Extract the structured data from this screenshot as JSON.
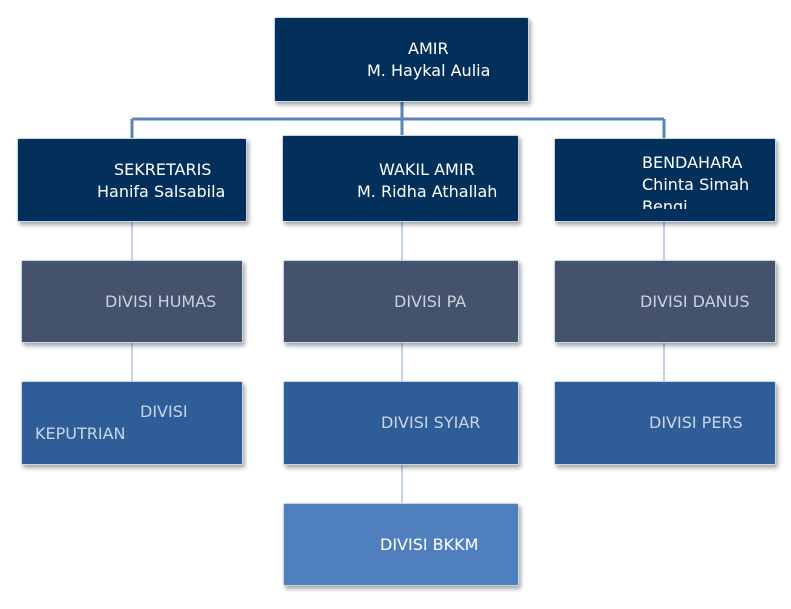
{
  "chart": {
    "leader": {
      "role": "AMIR",
      "name": "M. Haykal Aulia"
    },
    "sekretaris": {
      "role": "SEKRETARIS",
      "name": "Hanifa Salsabila"
    },
    "wakil": {
      "role": "WAKIL AMIR",
      "name": "M. Ridha Athallah"
    },
    "bendahara": {
      "role": "BENDAHARA",
      "name_line1": "Chinta Simah",
      "name_line2": "Bengi"
    },
    "divisions": {
      "humas": "DIVISI HUMAS",
      "pa": "DIVISI PA",
      "danus": "DIVISI DANUS",
      "keputrian_line1": "DIVISI",
      "keputrian_line2": "KEPUTRIAN",
      "syiar": "DIVISI SYIAR",
      "pers": "DIVISI PERS",
      "bkkm": "DIVISI BKKM"
    }
  },
  "colors": {
    "leadership": "#03305a",
    "division_top": "#44536b",
    "division_mid": "#2f5d98",
    "division_bottom": "#4f80bd",
    "connector": "#5a84b8"
  }
}
